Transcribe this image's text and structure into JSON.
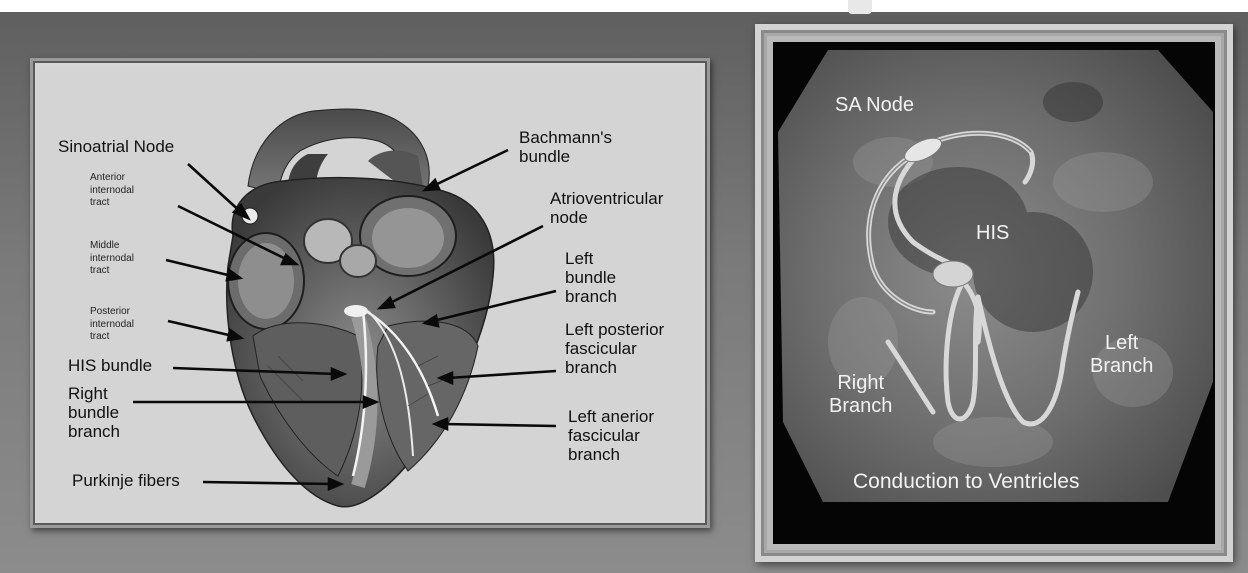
{
  "left_panel": {
    "labels": {
      "sinoatrial_node": "Sinoatrial Node",
      "anterior_internodal": [
        "Anterior",
        "internodal",
        "tract"
      ],
      "middle_internodal": [
        "Middle",
        "internodal",
        "tract"
      ],
      "posterior_internodal": [
        "Posterior",
        "internodal",
        "tract"
      ],
      "his_bundle": "HIS bundle",
      "right_bundle_branch": [
        "Right",
        "bundle",
        "branch"
      ],
      "purkinje_fibers": "Purkinje fibers",
      "bachmanns_bundle": [
        "Bachmann's",
        "bundle"
      ],
      "atrioventricular_node": [
        "Atrioventricular",
        "node"
      ],
      "left_bundle_branch": [
        "Left",
        "bundle",
        "branch"
      ],
      "left_posterior_fascicular": [
        "Left posterior",
        "fascicular",
        "branch"
      ],
      "left_anterior_fascicular": [
        "Left anerior",
        "fascicular",
        "branch"
      ]
    }
  },
  "right_panel": {
    "labels": {
      "sa_node": "SA Node",
      "his": "HIS",
      "left_branch": [
        "Left",
        "Branch"
      ],
      "right_branch": [
        "Right",
        "Branch"
      ],
      "caption": "Conduction to Ventricles"
    }
  },
  "colors": {
    "background": "#6e6e6e",
    "left_panel_bg": "#d6d6d6",
    "right_panel_bg": "#050505",
    "label_dark": "#111111",
    "label_light": "#f2f2f2"
  }
}
